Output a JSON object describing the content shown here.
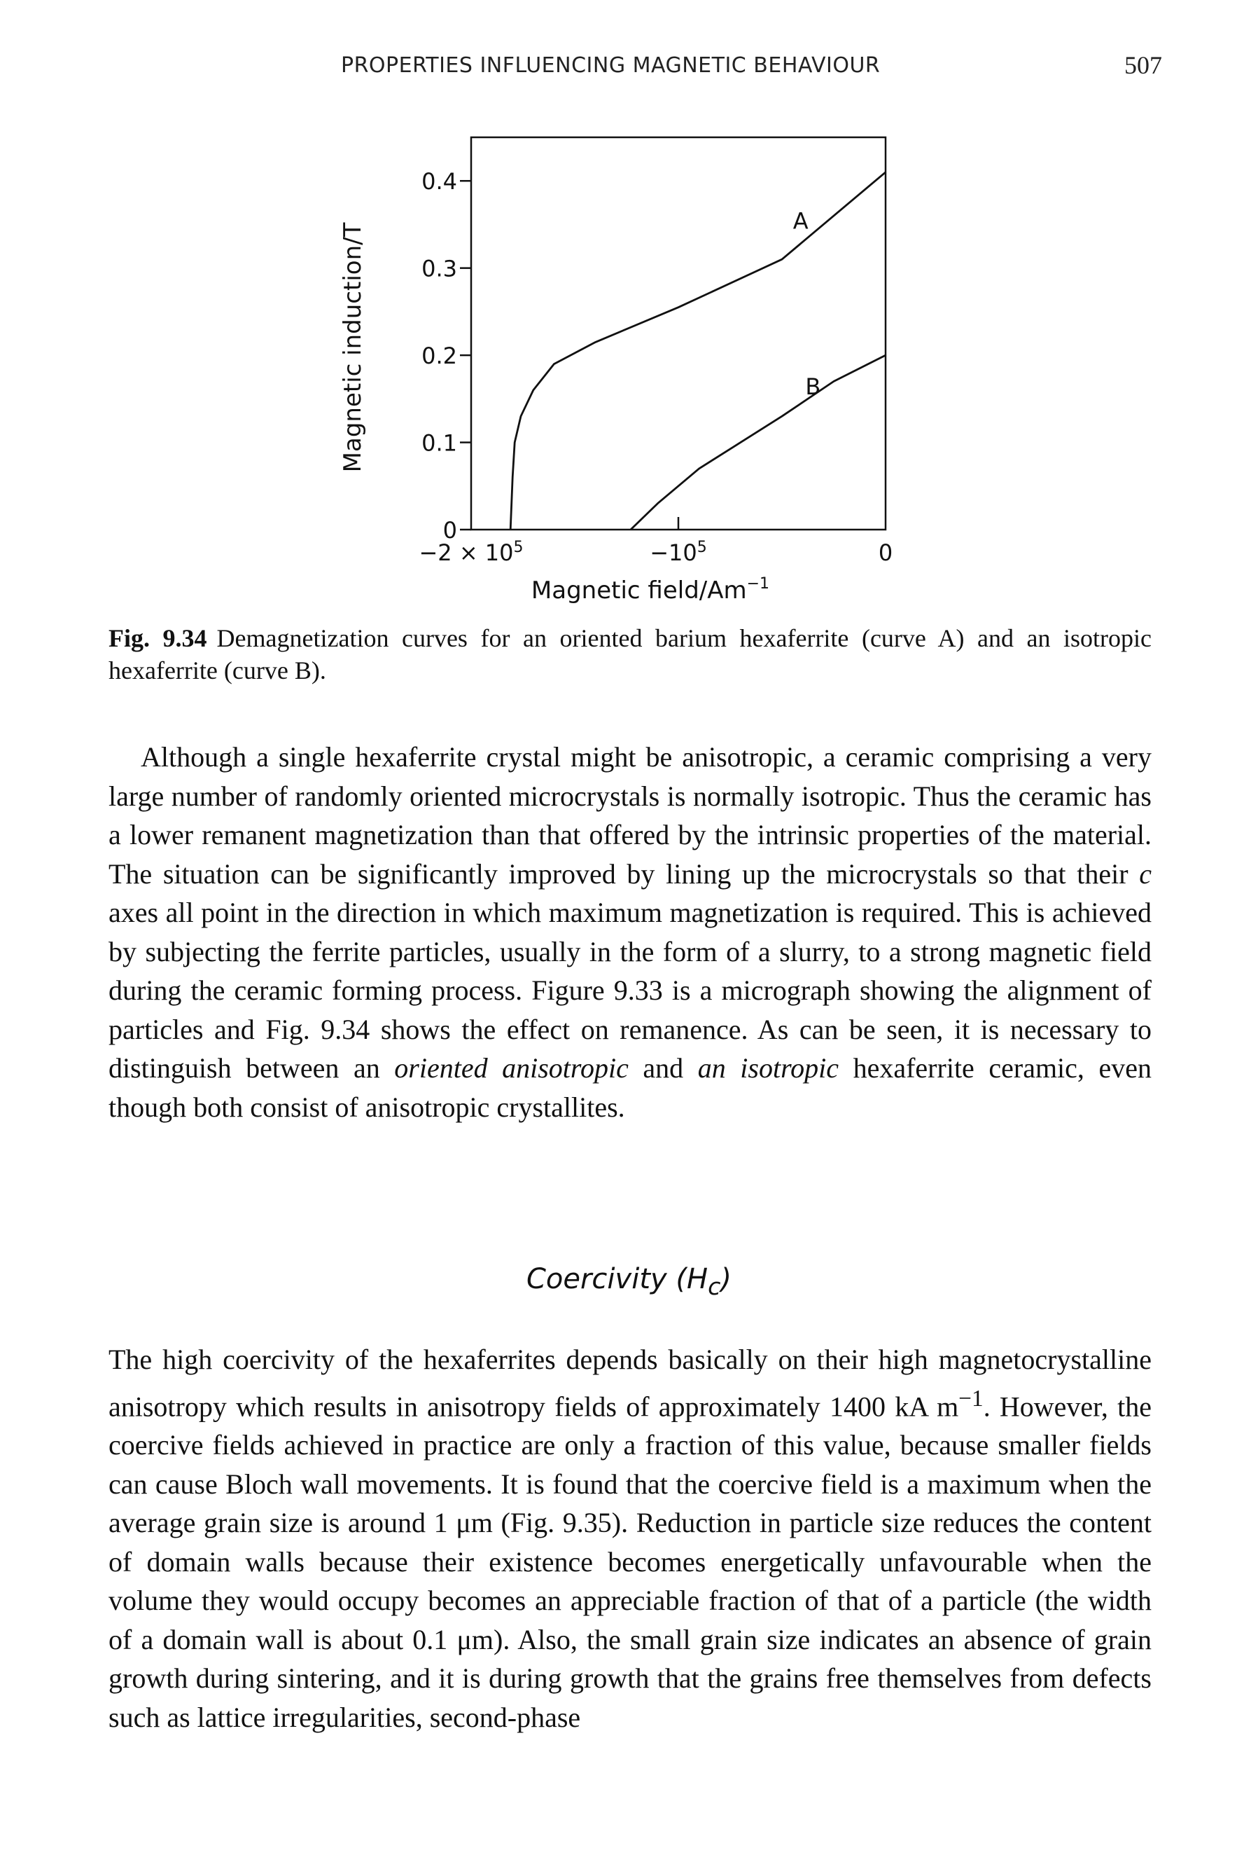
{
  "header": {
    "running_title": "PROPERTIES INFLUENCING MAGNETIC BEHAVIOUR",
    "page_number": "507"
  },
  "figure": {
    "label": "Fig. 9.34",
    "caption": "Demagnetization curves for an oriented barium hexaferrite (curve A) and an isotropic hexaferrite (curve B)."
  },
  "chart_data": {
    "type": "line",
    "title": "",
    "xlabel": "Magnetic field/Am",
    "xlabel_superscript": "−1",
    "ylabel": "Magnetic induction/T",
    "xlim": [
      -200000,
      0
    ],
    "ylim": [
      0,
      0.45
    ],
    "x_ticks": [
      {
        "value": -200000,
        "label": "−2 × 10",
        "sup": "5"
      },
      {
        "value": -100000,
        "label": "−10",
        "sup": "5"
      },
      {
        "value": 0,
        "label": "0",
        "sup": ""
      }
    ],
    "y_ticks": [
      {
        "value": 0,
        "label": "0"
      },
      {
        "value": 0.1,
        "label": "0.1"
      },
      {
        "value": 0.2,
        "label": "0.2"
      },
      {
        "value": 0.3,
        "label": "0.3"
      },
      {
        "value": 0.4,
        "label": "0.4"
      }
    ],
    "grid": false,
    "series": [
      {
        "name": "A",
        "x": [
          -181000,
          -180000,
          -179000,
          -176000,
          -170000,
          -160000,
          -140000,
          -100000,
          -50000,
          0
        ],
        "y": [
          0.0,
          0.06,
          0.1,
          0.13,
          0.16,
          0.19,
          0.215,
          0.255,
          0.31,
          0.41
        ]
      },
      {
        "name": "B",
        "x": [
          -123000,
          -110000,
          -90000,
          -70000,
          -50000,
          -25000,
          0
        ],
        "y": [
          0.0,
          0.03,
          0.07,
          0.1,
          0.13,
          0.17,
          0.2
        ]
      }
    ]
  },
  "body": {
    "paragraph1_part1": "Although a single hexaferrite crystal might be anisotropic, a ceramic comprising a very large number of randomly oriented microcrystals is normally isotropic. Thus the ceramic has a lower remanent magnetization than that offered by the intrinsic properties of the material. The situation can be significantly improved by lining up the microcrystals so that their ",
    "paragraph1_c": "c",
    "paragraph1_part2": " axes all point in the direction in which maximum magnetization is required. This is achieved by subjecting the ferrite particles, usually in the form of a slurry, to a strong magnetic field during the ceramic forming process. Figure 9.33 is a micrograph showing the alignment of particles and Fig. 9.34 shows the effect on remanence. As can be seen, it is necessary to distinguish between an ",
    "paragraph1_em1": "oriented anisotropic",
    "paragraph1_and": " and ",
    "paragraph1_em2": "an isotropic",
    "paragraph1_part3": " hexaferrite ceramic, even though both consist of anisotropic crystallites.",
    "section_heading": "Coercivity (H",
    "section_heading_sub": "c",
    "section_heading_close": ")",
    "paragraph2_part1": "The high coercivity of the hexaferrites depends basically on their high magnetocrystalline anisotropy which results in anisotropy fields of approximately 1400 kA m",
    "paragraph2_sup": "−1",
    "paragraph2_part2": ". However, the coercive fields achieved in practice are only a fraction of this value, because smaller fields can cause Bloch wall movements. It is found that the coercive field is a maximum when the average grain size is around 1 μm (Fig. 9.35). Reduction in particle size reduces the content of domain walls because their existence becomes energetically unfavourable when the volume they would occupy becomes an appreciable fraction of that of a particle (the width of a domain wall is about 0.1 μm). Also, the small grain size indicates an absence of grain growth during sintering, and it is during growth that the grains free themselves from defects such as lattice irregularities, second-phase"
  }
}
